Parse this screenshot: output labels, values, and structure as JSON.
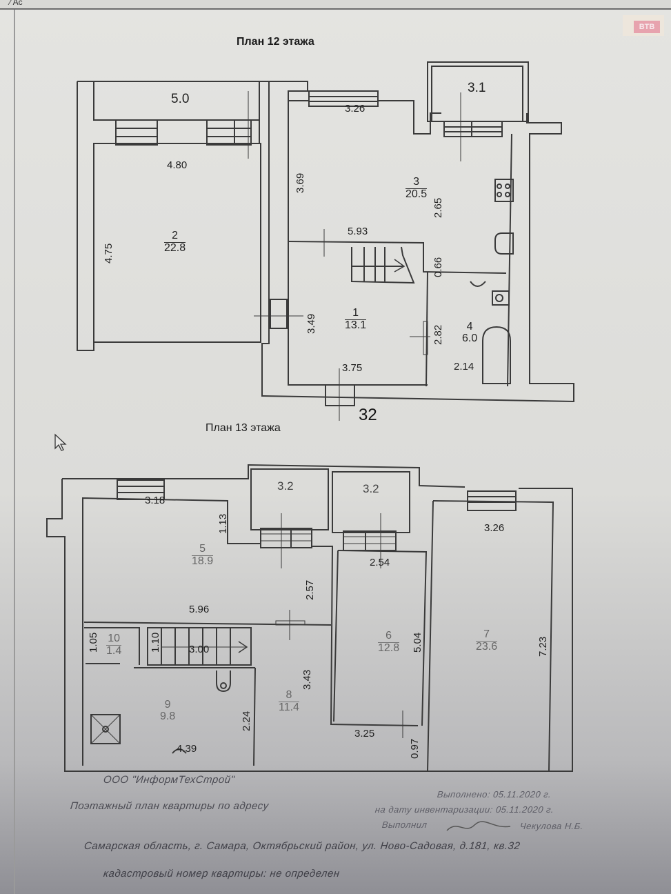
{
  "toolbar": {
    "glyph": "⁄ Ac"
  },
  "corner_badge": {
    "label": "BTB",
    "color": "#e7a3ae"
  },
  "plan_12": {
    "title": "План 12 этажа",
    "apartment_number": "32",
    "rooms": [
      {
        "id": "1",
        "area": "13.1"
      },
      {
        "id": "2",
        "area": "22.8"
      },
      {
        "id": "3",
        "area": "20.5"
      },
      {
        "id": "4",
        "area": "6.0"
      }
    ],
    "balconies": [
      {
        "area": "5.0"
      },
      {
        "area": "3.1"
      }
    ],
    "dimensions": {
      "d_480": "4.80",
      "d_475": "4.75",
      "d_369": "3.69",
      "d_326": "3.26",
      "d_265": "2.65",
      "d_593": "5.93",
      "d_066": "0.66",
      "d_349": "3.49",
      "d_282": "2.82",
      "d_375": "3.75",
      "d_214": "2.14"
    }
  },
  "plan_13": {
    "title": "План 13 этажа",
    "rooms": [
      {
        "id": "5",
        "area": "18.9"
      },
      {
        "id": "6",
        "area": "12.8"
      },
      {
        "id": "7",
        "area": "23.6"
      },
      {
        "id": "8",
        "area": "11.4"
      },
      {
        "id": "9",
        "area": "9.8"
      },
      {
        "id": "10",
        "area": "1.4"
      }
    ],
    "balconies": [
      {
        "area": "3.2"
      },
      {
        "area": "3.2"
      }
    ],
    "dimensions": {
      "d_318": "3.18",
      "d_113": "1.13",
      "d_257": "2.57",
      "d_254": "2.54",
      "d_326": "3.26",
      "d_596": "5.96",
      "d_105": "1.05",
      "d_110": "1.10",
      "d_300": "3.00",
      "d_343": "3.43",
      "d_504": "5.04",
      "d_723": "7.23",
      "d_224": "2.24",
      "d_439": "4.39",
      "d_325": "3.25",
      "d_097": "0.97"
    }
  },
  "footer": {
    "company": "ООО \"ИнформТехСтрой\"",
    "doc_title": "Поэтажный план квартиры по адресу",
    "executed": "Выполнено: 05.11.2020 г.",
    "inventory_date": "на дату инвентаризации: 05.11.2020 г.",
    "executor_label": "Выполнил",
    "executor_name": "Чекулова Н.Б.",
    "address": "Самарская область, г. Самара, Октябрьский район, ул. Ново-Садовая, д.181, кв.32",
    "cadastral": "кадастровый номер квартиры: не определен"
  }
}
